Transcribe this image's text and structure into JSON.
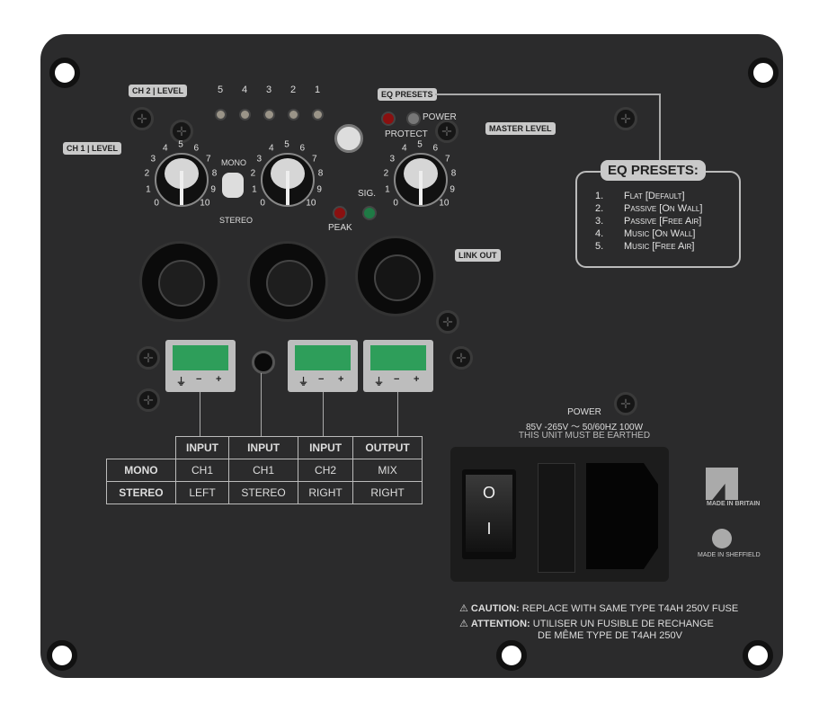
{
  "labels": {
    "ch2": "CH 2",
    "ch1": "CH 1",
    "level": "LEVEL",
    "eq_presets": "EQ PRESETS",
    "master_level": "MASTER LEVEL",
    "protect": "PROTECT",
    "power": "POWER",
    "mono": "MONO",
    "stereo": "STEREO",
    "peak": "PEAK",
    "sig": "SIG.",
    "link_out": "LINK OUT"
  },
  "preset_leds": [
    "5",
    "4",
    "3",
    "2",
    "1"
  ],
  "knob_scale": [
    "0",
    "1",
    "2",
    "3",
    "4",
    "5",
    "6",
    "7",
    "8",
    "9",
    "10"
  ],
  "eq_box": {
    "title": "EQ PRESETS:",
    "items": [
      {
        "n": "1.",
        "label": "Flat [Default]"
      },
      {
        "n": "2.",
        "label": "Passive [On Wall]"
      },
      {
        "n": "3.",
        "label": "Passive [Free Air]"
      },
      {
        "n": "4.",
        "label": "Music [On Wall]"
      },
      {
        "n": "5.",
        "label": "Music [Free Air]"
      }
    ]
  },
  "terminal_symbols": [
    "⏚",
    "−",
    "+"
  ],
  "io_table": {
    "headers": [
      "",
      "INPUT",
      "INPUT",
      "INPUT",
      "OUTPUT"
    ],
    "rows": [
      [
        "MONO",
        "CH1",
        "CH1",
        "CH2",
        "MIX"
      ],
      [
        "STEREO",
        "LEFT",
        "STEREO",
        "RIGHT",
        "RIGHT"
      ]
    ]
  },
  "power": {
    "title": "POWER",
    "spec": "85V -265V ～ 50/60HZ  100W",
    "earth": "THIS UNIT MUST BE EARTHED",
    "switch_off": "O",
    "switch_on": "I"
  },
  "warnings": {
    "caution_label": "CAUTION:",
    "caution_text": "REPLACE WITH SAME TYPE T4AH 250V FUSE",
    "attention_label": "ATTENTION:",
    "attention_text1": "UTILISER UN FUSIBLE DE RECHANGE",
    "attention_text2": "DE MÊME TYPE DE T4AH 250V"
  },
  "logos": {
    "made_in_britain": "MADE IN BRITAIN",
    "made_in_sheffield": "MADE IN SHEFFIELD"
  }
}
